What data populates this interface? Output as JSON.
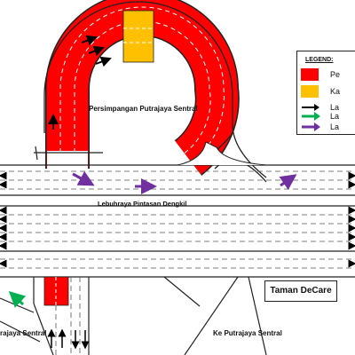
{
  "labels": {
    "interchange": "Persimpangan Putrajaya Sentral",
    "highway": "Lebuhraya Pintasan Dengkil",
    "left_destination": "rajaya Sentral",
    "right_destination": "Ke Putrajaya Sentral",
    "area_box": "Taman  DeCare"
  },
  "legend": {
    "title": "LEGEND:",
    "items": [
      {
        "kind": "swatch",
        "color": "#ff0000",
        "text": "Pe"
      },
      {
        "kind": "swatch",
        "color": "#ffc000",
        "text": "Ka"
      },
      {
        "kind": "arrow",
        "color": "#000000",
        "text": "La"
      },
      {
        "kind": "arrow",
        "color": "#00b050",
        "text": "La"
      },
      {
        "kind": "arrow",
        "color": "#7030a0",
        "text": "La"
      }
    ]
  },
  "colors": {
    "red": "#ff0000",
    "yellow": "#ffc000",
    "black_arrow": "#000000",
    "green_arrow": "#00b050",
    "purple_arrow": "#7030a0"
  }
}
